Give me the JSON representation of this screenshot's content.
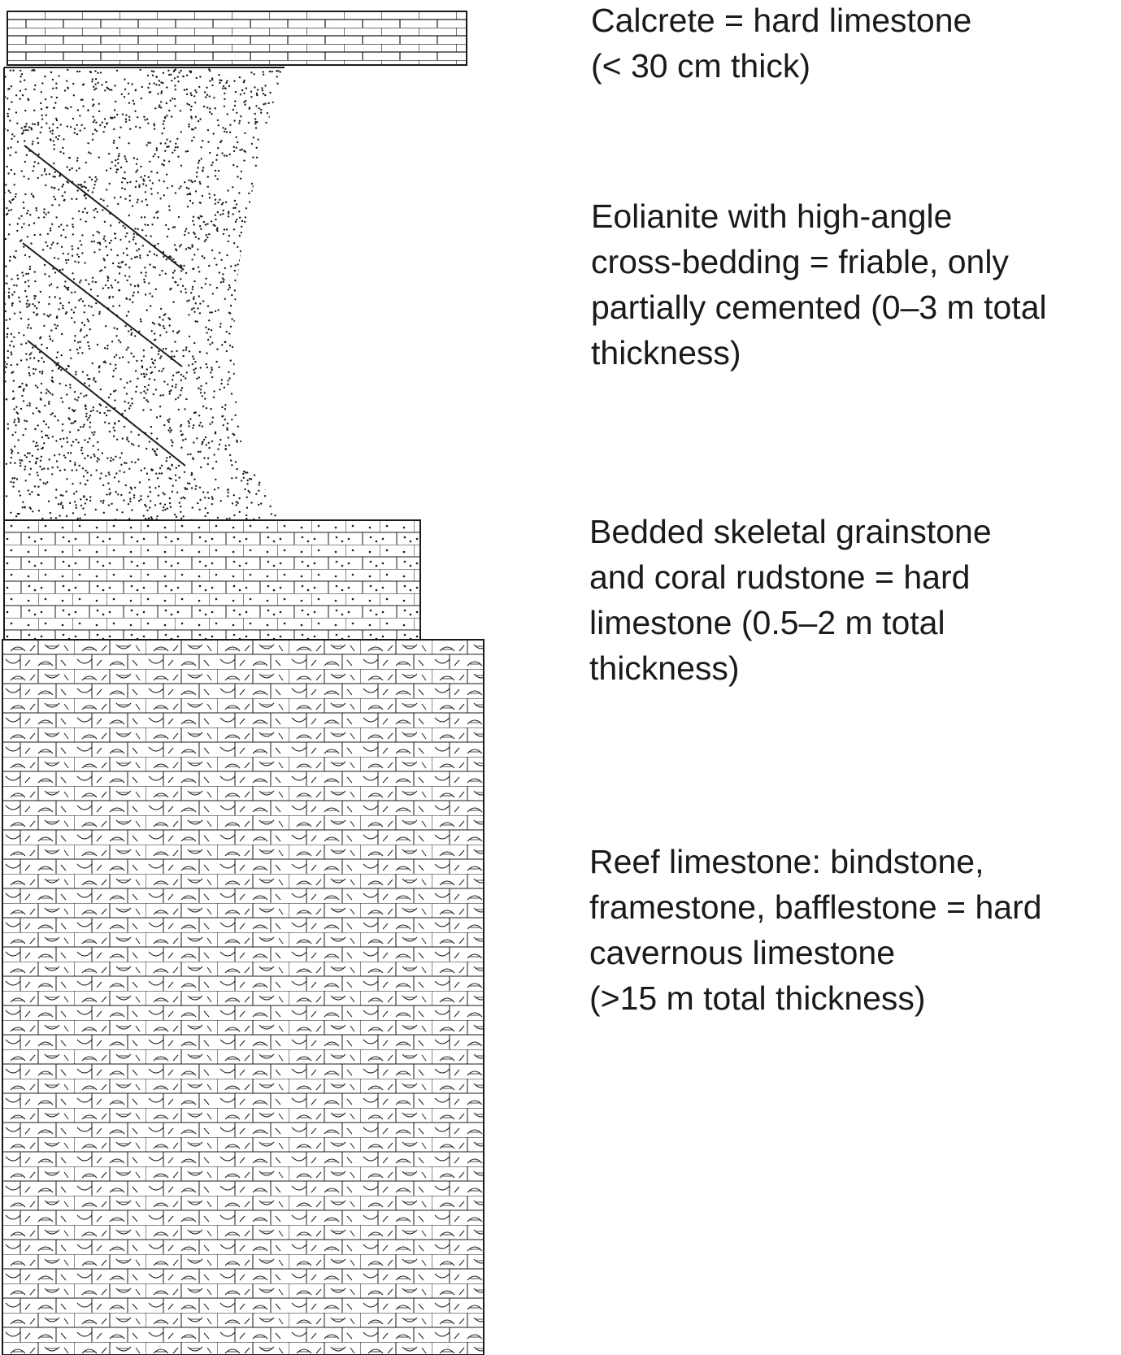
{
  "colors": {
    "ink": "#1a1a1a",
    "background": "#ffffff"
  },
  "units": [
    {
      "id": "calcrete",
      "pattern": "limestone-brick",
      "lines": [
        "Calcrete = hard limestone",
        "(< 30 cm thick)"
      ]
    },
    {
      "id": "eolianite",
      "pattern": "stippled-sand-with-cross-bedding",
      "lines": [
        "Eolianite with high-angle",
        "cross-bedding = friable, only",
        "partially cemented (0–3 m total",
        "thickness)"
      ]
    },
    {
      "id": "grainstone",
      "pattern": "dotted-limestone-brick",
      "lines": [
        "Bedded skeletal grainstone",
        "and coral rudstone = hard",
        "limestone (0.5–2 m total",
        "thickness)"
      ]
    },
    {
      "id": "reef",
      "pattern": "reef-limestone-with-fossil-symbols",
      "lines": [
        "Reef limestone: bindstone,",
        "framestone, bafflestone = hard",
        "cavernous limestone",
        "(>15 m total thickness)"
      ]
    }
  ]
}
